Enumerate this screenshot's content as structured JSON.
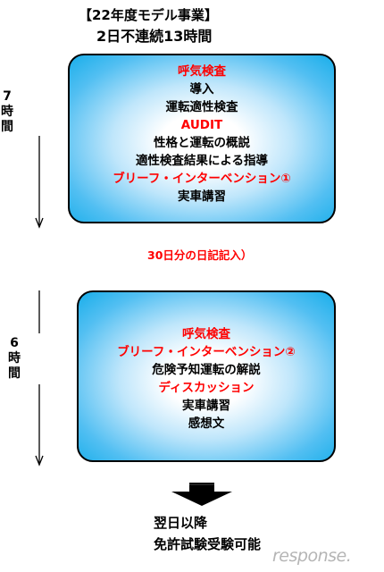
{
  "header": {
    "model_project": "【22年度モデル事業】",
    "schedule": "2日不連続13時間"
  },
  "day1": {
    "duration_label": "7\n時\n間",
    "items": [
      {
        "text": "呼気検査",
        "color": "#ff0000"
      },
      {
        "text": "導入",
        "color": "#000000"
      },
      {
        "text": "運転適性検査",
        "color": "#000000"
      },
      {
        "text": "AUDIT",
        "color": "#ff0000"
      },
      {
        "text": "性格と運転の概説",
        "color": "#000000"
      },
      {
        "text": "適性検査結果による指導",
        "color": "#000000"
      },
      {
        "text": "ブリーフ・インターベンション①",
        "color": "#ff0000"
      },
      {
        "text": "実車講習",
        "color": "#000000"
      }
    ]
  },
  "interval": {
    "text": "30日分の日記記入）",
    "color": "#ff0000"
  },
  "day2": {
    "duration_label": "6\n時\n間",
    "items": [
      {
        "text": "呼気検査",
        "color": "#ff0000"
      },
      {
        "text": "ブリーフ・インターベンション②",
        "color": "#ff0000"
      },
      {
        "text": "危険予知運転の解説",
        "color": "#000000"
      },
      {
        "text": "ディスカッション",
        "color": "#ff0000"
      },
      {
        "text": "実車講習",
        "color": "#000000"
      },
      {
        "text": "感想文",
        "color": "#000000"
      }
    ]
  },
  "result": {
    "line1": "翌日以降",
    "line2": "免許試験受験可能"
  },
  "watermark": "response."
}
